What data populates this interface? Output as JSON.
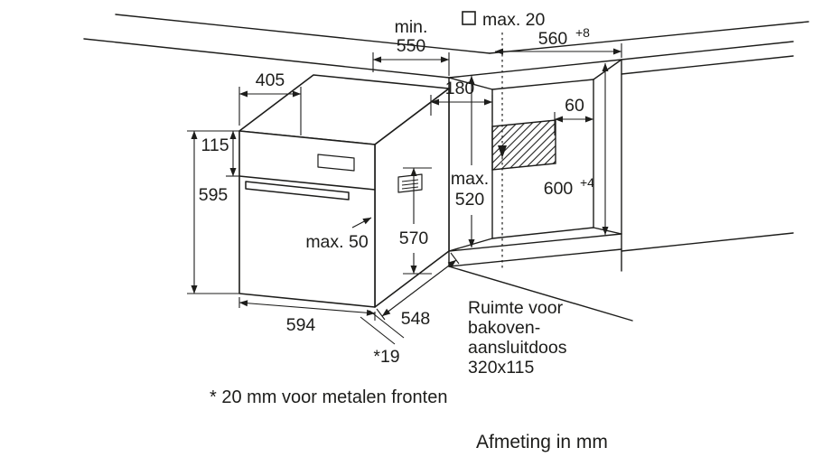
{
  "labels": {
    "min550_l1": "min.",
    "min550_l2": "550",
    "max20": "max. 20",
    "d560": "560",
    "d560_tol": "+8",
    "d405": "405",
    "d180": "180",
    "d60": "60",
    "d115": "115",
    "d595": "595",
    "max520_l1": "max.",
    "max520_l2": "520",
    "d600": "600",
    "d600_tol": "+4",
    "d570": "570",
    "max50": "max. 50",
    "d594": "594",
    "d548": "548",
    "offset19": "*19",
    "note_lines": [
      "Ruimte voor",
      "bakoven-",
      "aansluitdoos",
      "320x115"
    ],
    "footnote": "* 20 mm voor metalen fronten",
    "units": "Afmeting in mm"
  },
  "colors": {
    "line": "#1d1d1b",
    "background": "#ffffff"
  }
}
